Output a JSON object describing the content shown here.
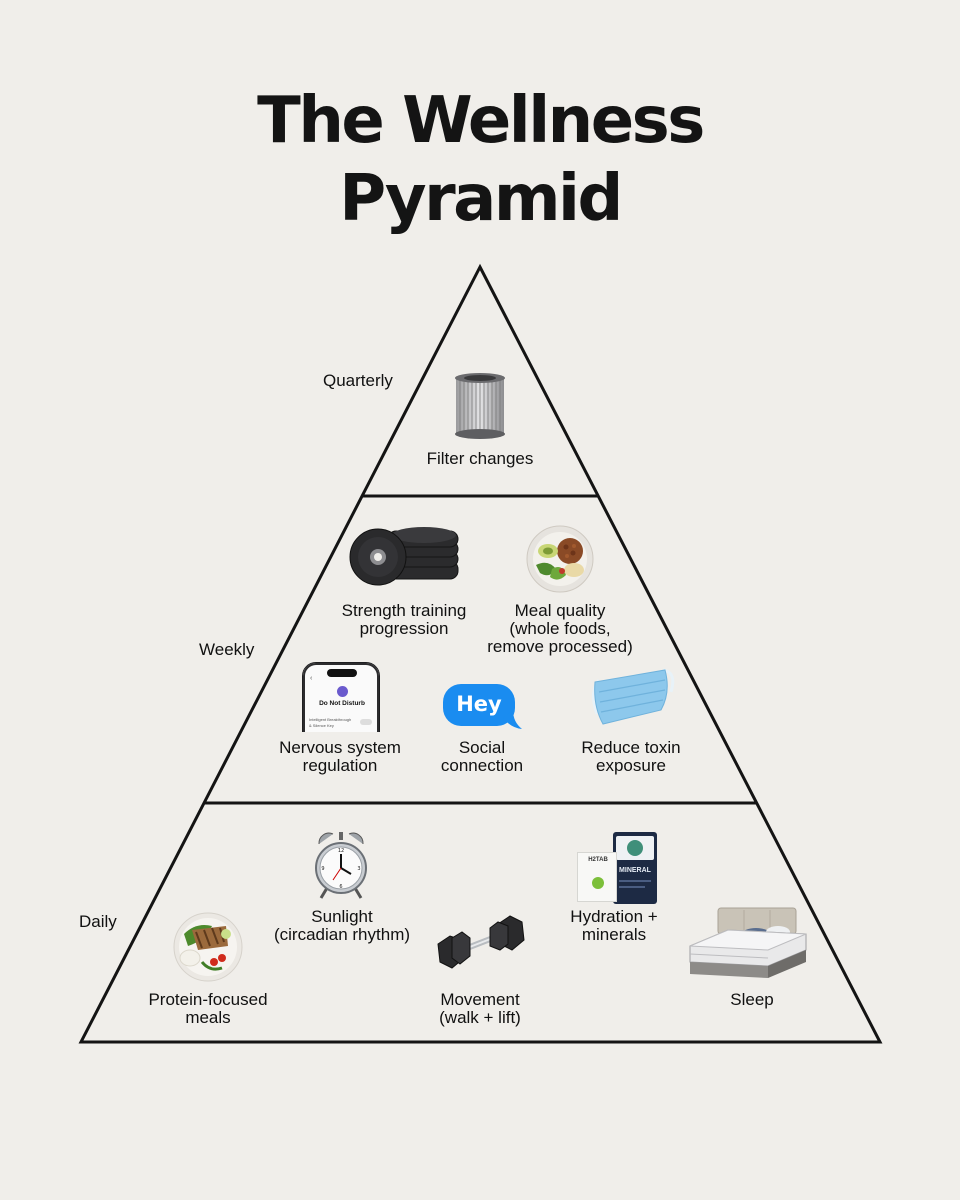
{
  "title": {
    "line1": "The Wellness",
    "line2": "Pyramid"
  },
  "tiers": {
    "quarterly": {
      "label": "Quarterly",
      "items": [
        {
          "label": "Filter changes",
          "icon": "air-filter-icon"
        }
      ]
    },
    "weekly": {
      "label": "Weekly",
      "items": [
        {
          "label_lines": [
            "Strength training",
            "progression"
          ],
          "icon": "weight-plates-icon"
        },
        {
          "label_lines": [
            "Meal quality",
            "(whole foods,",
            "remove processed)"
          ],
          "icon": "meal-bowl-icon"
        },
        {
          "label_lines": [
            "Nervous system",
            "regulation"
          ],
          "icon": "phone-do-not-disturb-icon"
        },
        {
          "label_lines": [
            "Social",
            "connection"
          ],
          "icon": "chat-bubble-icon"
        },
        {
          "label_lines": [
            "Reduce toxin",
            "exposure"
          ],
          "icon": "face-mask-icon"
        }
      ]
    },
    "daily": {
      "label": "Daily",
      "items": [
        {
          "label_lines": [
            "Sunlight",
            "(circadian rhythm)"
          ],
          "icon": "alarm-clock-icon"
        },
        {
          "label_lines": [
            "Hydration +",
            "minerals"
          ],
          "icon": "mineral-packets-icon"
        },
        {
          "label_lines": [
            "Protein-focused",
            "meals"
          ],
          "icon": "protein-bowl-icon"
        },
        {
          "label_lines": [
            "Movement",
            "(walk + lift)"
          ],
          "icon": "dumbbell-icon"
        },
        {
          "label": "Sleep",
          "icon": "mattress-icon"
        }
      ]
    }
  },
  "icon_text": {
    "phone_heading": "Do Not Disturb",
    "phone_line1": "Intelligent Breakthrough",
    "phone_line2": "& Silence Key",
    "chat_bubble": "Hey",
    "packet_brand": "H2TAB",
    "packet_name": "MINERAL"
  },
  "colors": {
    "background": "#f0eeea",
    "lines": "#141414",
    "chat_bubble": "#1a8cf0",
    "mask": "#8dc8ec"
  }
}
